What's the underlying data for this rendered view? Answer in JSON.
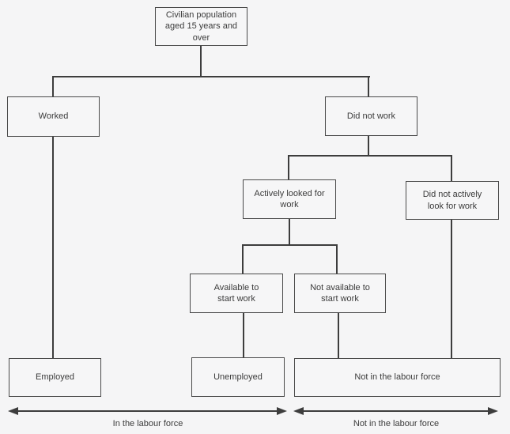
{
  "diagram": {
    "nodes": {
      "civilian": {
        "label": "Civilian population aged 15 years and over"
      },
      "worked": {
        "label": "Worked"
      },
      "did_not_work": {
        "label": "Did not work"
      },
      "actively_looked": {
        "label": "Actively looked for work"
      },
      "did_not_actively": {
        "label": "Did not actively look for work"
      },
      "available": {
        "label": "Available to start work"
      },
      "not_available": {
        "label": "Not available to start work"
      },
      "employed": {
        "label": "Employed"
      },
      "unemployed": {
        "label": "Unemployed"
      },
      "not_in_labour_force": {
        "label": "Not in the labour force"
      }
    },
    "edges": [
      {
        "from": "civilian",
        "to": "worked"
      },
      {
        "from": "civilian",
        "to": "did_not_work"
      },
      {
        "from": "worked",
        "to": "employed"
      },
      {
        "from": "did_not_work",
        "to": "actively_looked"
      },
      {
        "from": "did_not_work",
        "to": "did_not_actively"
      },
      {
        "from": "actively_looked",
        "to": "available"
      },
      {
        "from": "actively_looked",
        "to": "not_available"
      },
      {
        "from": "available",
        "to": "unemployed"
      },
      {
        "from": "not_available",
        "to": "not_in_labour_force"
      },
      {
        "from": "did_not_actively",
        "to": "not_in_labour_force"
      }
    ],
    "spans": {
      "left_arrow_label": "In the labour force",
      "right_arrow_label": "Not in the labour force"
    },
    "colors": {
      "background": "#f5f5f6",
      "line": "#3d3d3d",
      "box_border": "#4a4a4a",
      "text": "#3b3b3b"
    }
  }
}
